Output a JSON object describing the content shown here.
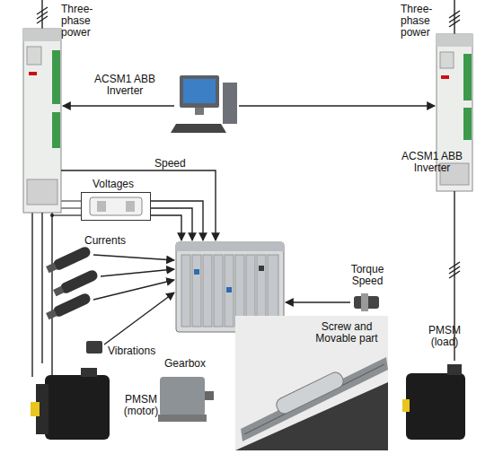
{
  "diagram": {
    "nodes": [
      {
        "text": [
          "ACSM1 ABB Inverter"
        ]
      },
      {
        "text": [
          "ACSM1 ABB Inverter"
        ]
      },
      {
        "text": [
          "Voltages"
        ]
      },
      {
        "text": [
          "Torque Speed"
        ]
      },
      {
        "text": [
          "Screw and Movable part"
        ]
      },
      {
        "text": [
          "PMSM (motor)"
        ]
      },
      {
        "text": [
          "Gearbox"
        ]
      },
      {
        "text": [
          "PMSM (load)"
        ]
      },
      {
        "text": [
          "Vibrations"
        ]
      }
    ],
    "edges": [
      {
        "from": 0,
        "to": 5,
        "arrow": "none"
      },
      {
        "from": 1,
        "to": 7,
        "arrow": "none"
      }
    ],
    "labels": [
      "Three-phase power",
      "Three-phase power",
      "Speed",
      "Currents"
    ]
  }
}
